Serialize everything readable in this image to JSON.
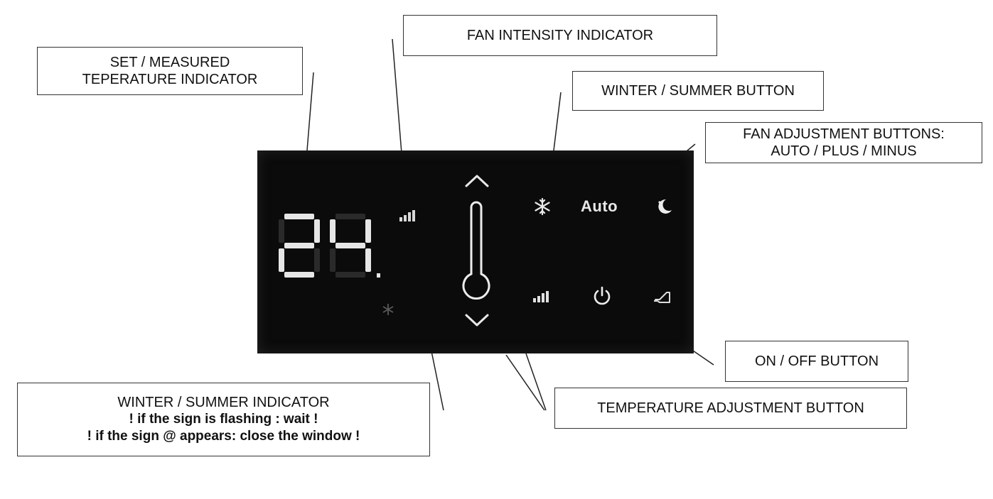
{
  "callouts": {
    "set_measured": [
      "SET / MEASURED",
      "TEPERATURE INDICATOR"
    ],
    "fan_intensity": "FAN INTENSITY INDICATOR",
    "winter_summer_button": "WINTER / SUMMER BUTTON",
    "fan_adjustment": [
      "FAN ADJUSTMENT BUTTONS:",
      "AUTO / PLUS / MINUS"
    ],
    "on_off": "ON / OFF BUTTON",
    "temperature_adjustment": "TEMPERATURE  ADJUSTMENT BUTTON",
    "winter_summer_indicator": [
      "WINTER / SUMMER INDICATOR",
      "! if the sign is flashing : wait !",
      "!  if the sign @ appears: close the window !"
    ]
  },
  "display": {
    "temperature": "24",
    "auto_label": "Auto"
  },
  "icons": {
    "up": "chevron-up-icon",
    "down": "chevron-down-icon",
    "thermometer": "thermometer-icon",
    "winter": "snowflake-icon",
    "night": "moon-icon",
    "fan_plus": "signal-bars-icon",
    "power": "power-icon",
    "fan_minus": "fan-minus-icon"
  },
  "colors": {
    "panel": "#0b0b0b",
    "segment_on": "#e6e6e6",
    "segment_dim": "#2a2a2a"
  }
}
